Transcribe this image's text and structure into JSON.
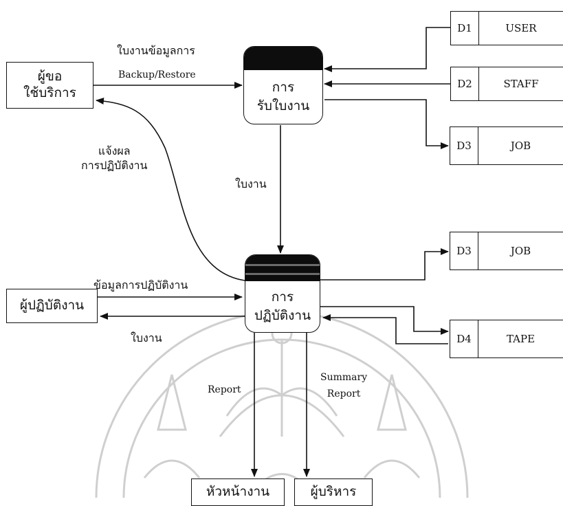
{
  "entities": {
    "requester": {
      "line1": "ผู้ขอ",
      "line2": "ใช้บริการ"
    },
    "operator": {
      "label": "ผู้ปฏิบัติงาน"
    },
    "supervisor": {
      "label": "หัวหน้างาน"
    },
    "executive": {
      "label": "ผู้บริหาร"
    }
  },
  "processes": {
    "receive": {
      "line1": "การ",
      "line2": "รับใบงาน"
    },
    "operate": {
      "line1": "การ",
      "line2": "ปฏิบัติงาน"
    }
  },
  "stores": [
    {
      "id": "D1",
      "name": "USER"
    },
    {
      "id": "D2",
      "name": "STAFF"
    },
    {
      "id": "D3",
      "name": "JOB"
    },
    {
      "id": "D3",
      "name": "JOB"
    },
    {
      "id": "D4",
      "name": "TAPE"
    }
  ],
  "flows": {
    "request_form_th": "ใบงานข้อมูลการ",
    "request_form_en": "Backup/Restore",
    "notify_line1": "แจ้งผล",
    "notify_line2": "การปฏิบัติงาน",
    "job_sheet": "ใบงาน",
    "operation_data": "ข้อมูลการปฏิบัติงาน",
    "job_sheet_back": "ใบงาน",
    "report": "Report",
    "summary_line1": "Summary",
    "summary_line2": "Report"
  },
  "colors": {
    "ink": "#111111",
    "watermark": "#c9c9c9"
  }
}
